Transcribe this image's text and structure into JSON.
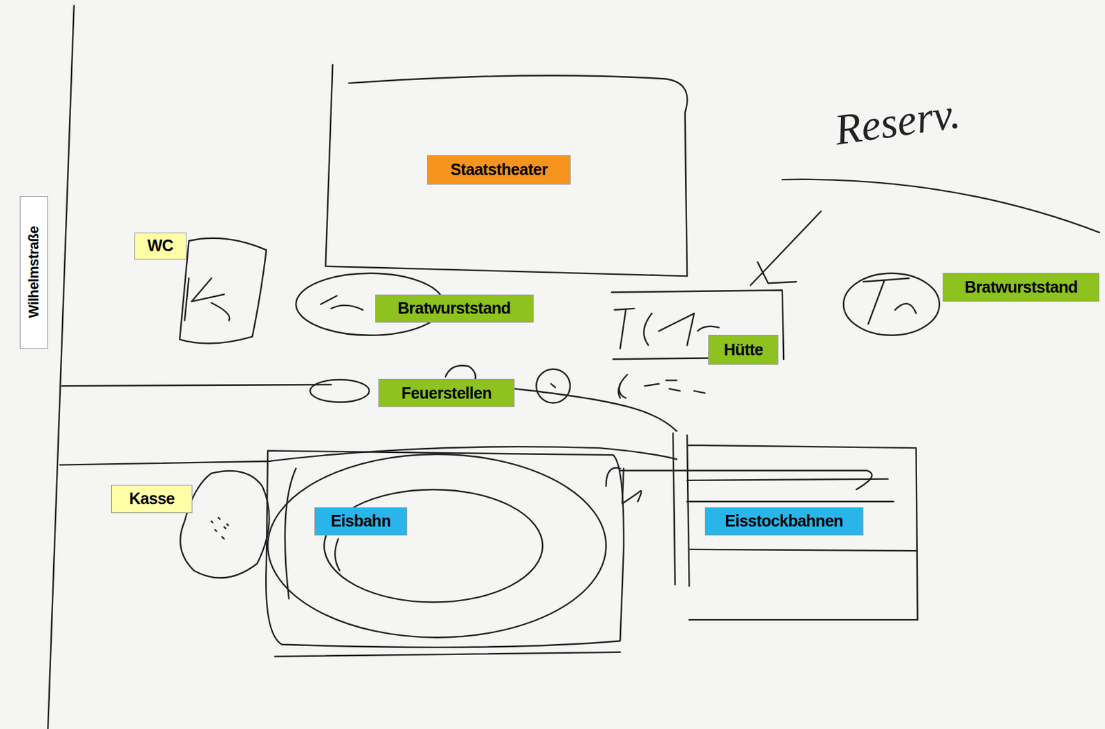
{
  "diagram": {
    "nodes": [
      {
        "text": [
          "Staatstheater"
        ]
      },
      {
        "text": [
          "Wilhelmstraße"
        ]
      },
      {
        "text": [
          "WC"
        ]
      },
      {
        "text": [
          "Bratwurststand"
        ]
      },
      {
        "text": [
          "Hütte"
        ]
      },
      {
        "text": [
          "Bratwurststand"
        ]
      },
      {
        "text": [
          "Feuerstellen"
        ]
      },
      {
        "text": [
          "Kasse"
        ]
      },
      {
        "text": [
          "Eisbahn"
        ]
      },
      {
        "text": [
          "Eisstockbahnen"
        ]
      }
    ],
    "labels": [
      "Reserv."
    ]
  }
}
